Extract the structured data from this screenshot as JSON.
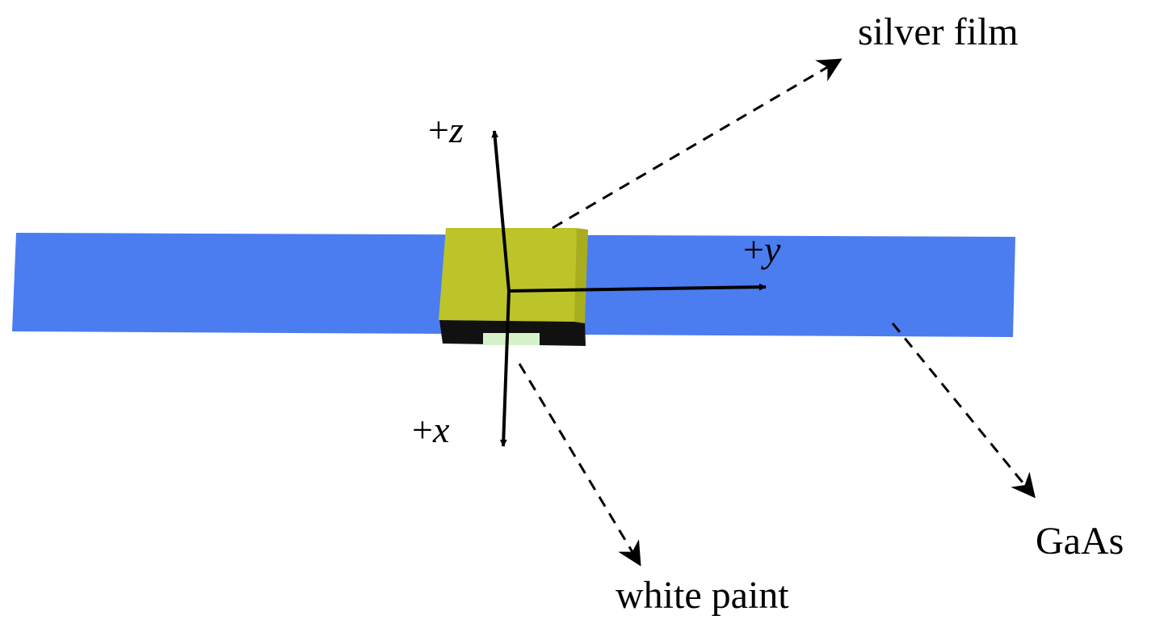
{
  "labels": {
    "silver_film": "silver film",
    "gaas": "GaAs",
    "white_paint": "white paint"
  },
  "axes": {
    "z": {
      "sign": "+",
      "var": "z"
    },
    "y": {
      "sign": "+",
      "var": "y"
    },
    "x": {
      "sign": "+",
      "var": "x"
    }
  },
  "colors": {
    "gaas_strip": "#4b7df0",
    "silver_film_top": "#bcc42a",
    "silver_film_side": "#a8ad20",
    "white_paint": "#d6f2c9",
    "base_shadow": "#111111",
    "arrows": "#000000"
  }
}
